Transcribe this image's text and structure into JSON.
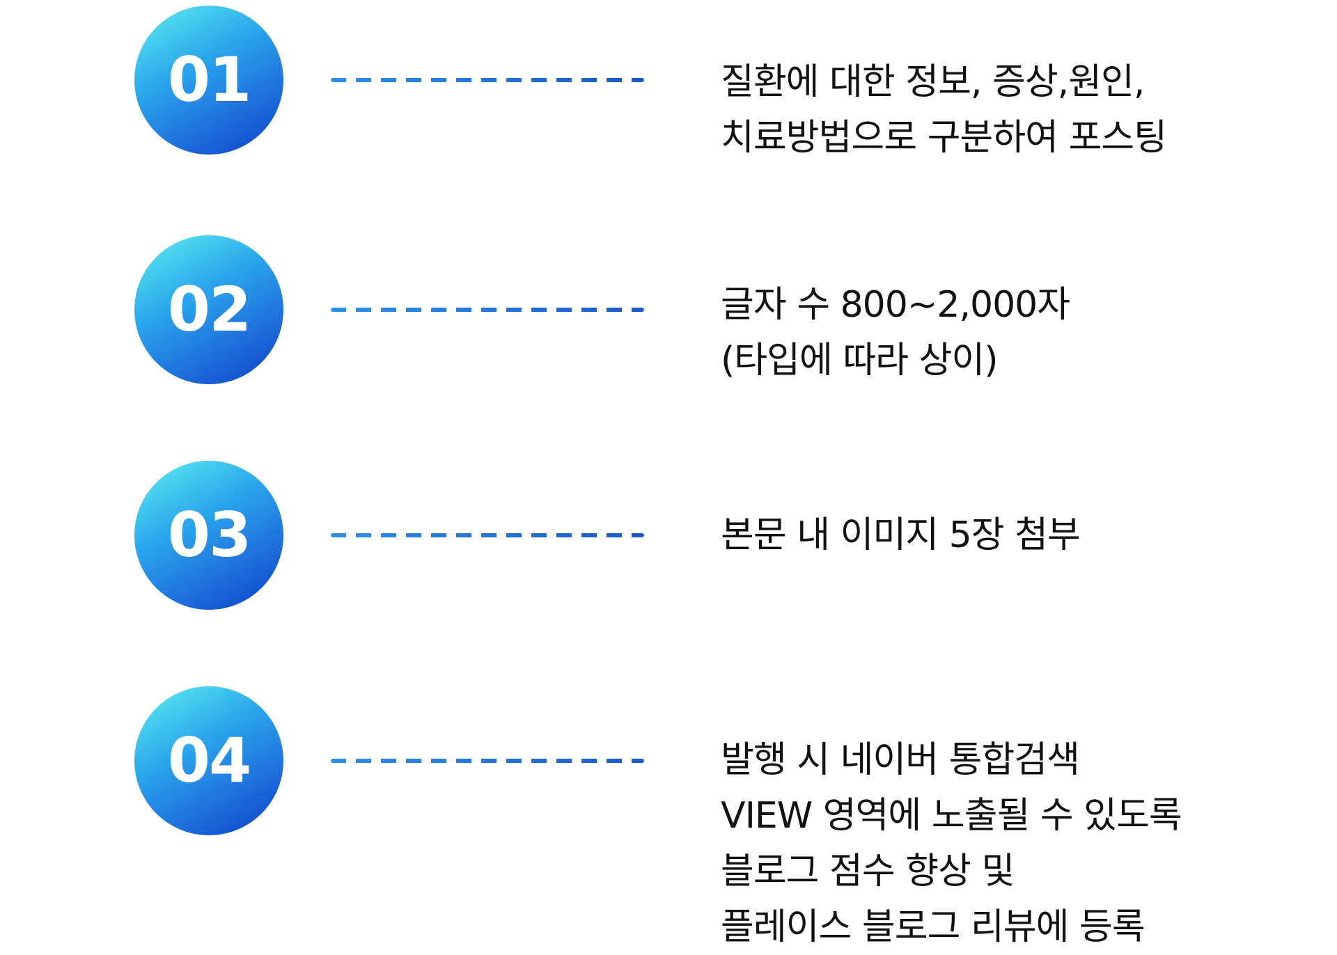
{
  "steps": [
    {
      "number": "01",
      "lines": [
        "질환에 대한 정보, 증상,원인,",
        "치료방법으로 구분하여 포스팅"
      ]
    },
    {
      "number": "02",
      "lines": [
        "글자 수 800~2,000자",
        "(타입에 따라 상이)"
      ]
    },
    {
      "number": "03",
      "lines": [
        "본문 내 이미지 5장 첨부"
      ]
    },
    {
      "number": "04",
      "lines": [
        "발행 시 네이버 통합검색",
        "VIEW 영역에 노출될 수 있도록",
        "블로그 점수 향상 및",
        "플레이스 블로그 리뷰에 등록"
      ]
    }
  ],
  "colors": {
    "circle_gradient_start": "#5ff2f0",
    "circle_gradient_end": "#0a3ec7",
    "connector": "#1a58c8",
    "text": "#111111"
  }
}
